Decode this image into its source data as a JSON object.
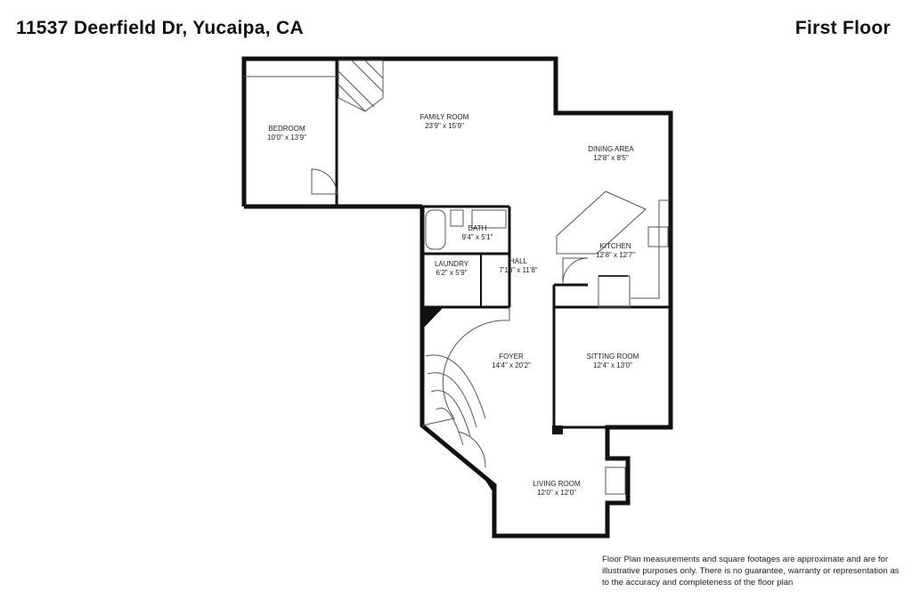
{
  "header": {
    "address": "11537 Deerfield Dr, Yucaipa, CA",
    "floor": "First Floor"
  },
  "rooms": [
    {
      "name": "BEDROOM",
      "size": "10'0\" x 13'9\""
    },
    {
      "name": "FAMILY ROOM",
      "size": "23'9\" x 15'9\""
    },
    {
      "name": "DINING AREA",
      "size": "12'8\" x 8'5\""
    },
    {
      "name": "BATH",
      "size": "9'4\" x 5'1\""
    },
    {
      "name": "KITCHEN",
      "size": "12'8\" x 12'7\""
    },
    {
      "name": "LAUNDRY",
      "size": "6'2\" x 5'9\""
    },
    {
      "name": "HALL",
      "size": "7'10\" x 11'8\""
    },
    {
      "name": "FOYER",
      "size": "14'4\" x 20'2\""
    },
    {
      "name": "SITTING ROOM",
      "size": "12'4\" x 13'0\""
    },
    {
      "name": "LIVING ROOM",
      "size": "12'0\" x 12'0\""
    }
  ],
  "disclaimer": "Floor Plan measurements and square footages are approximate and are for illustrative purposes only. There is no guarantee, warranty or representation as to the accuracy and completeness of the floor plan"
}
